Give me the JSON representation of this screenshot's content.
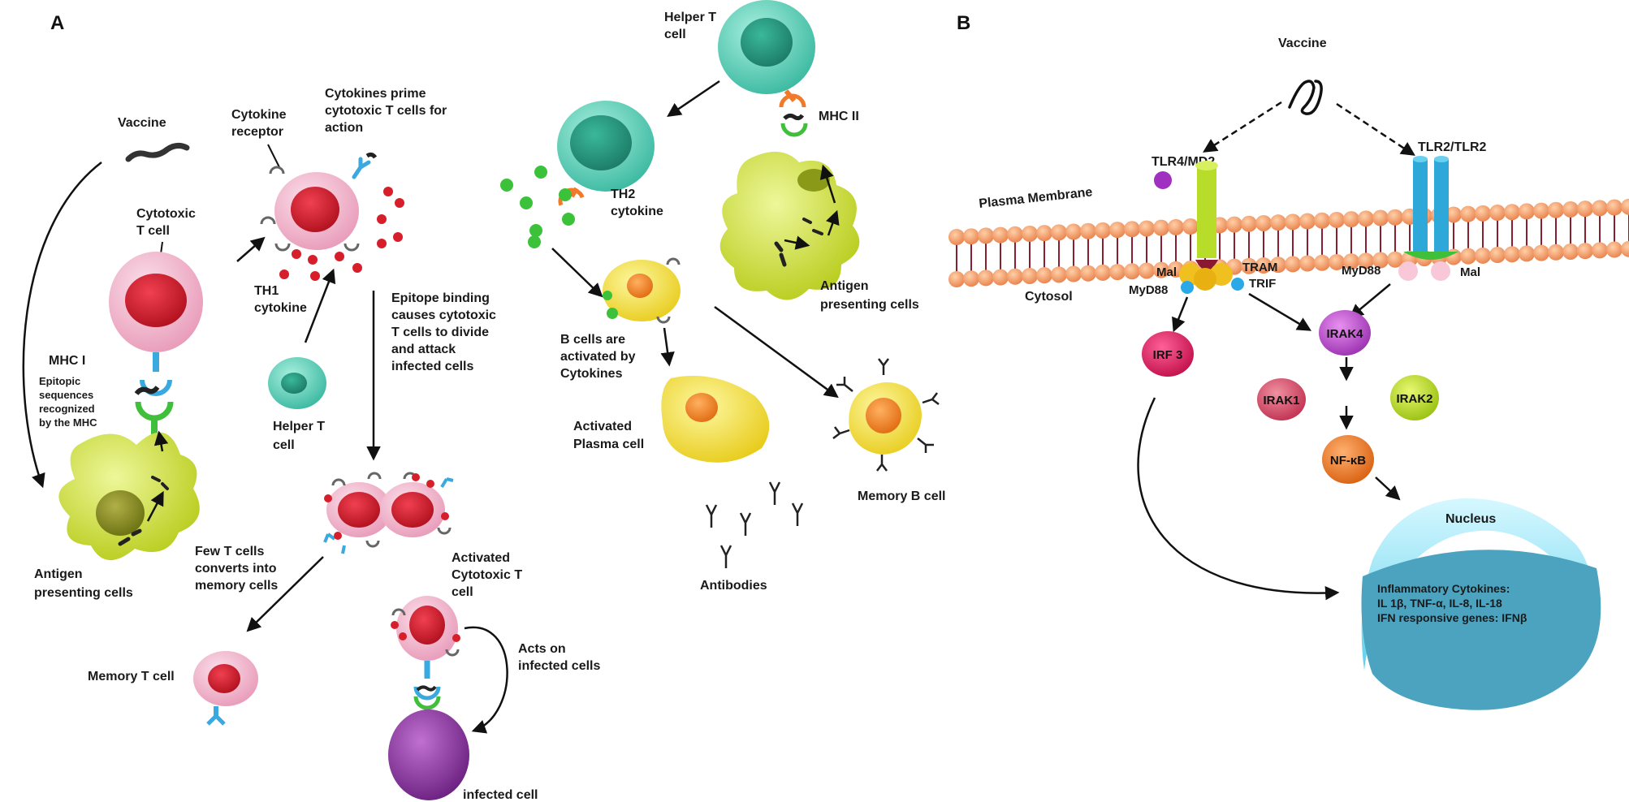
{
  "panels": {
    "a": "A",
    "b": "B"
  },
  "panel_a": {
    "vaccine": "Vaccine",
    "cytokine_receptor": [
      "Cytokine",
      "receptor"
    ],
    "cytokines_prime": [
      "Cytokines prime",
      "cytotoxic T cells for",
      "action"
    ],
    "cytotoxic_t_cell": [
      "Cytotoxic",
      "T cell"
    ],
    "th1_cytokine": [
      "TH1",
      "cytokine"
    ],
    "mhc1": "MHC I",
    "epitopic": [
      "Epitopic",
      "sequences",
      "recognized",
      "by the MHC"
    ],
    "helper_t_left": [
      "Helper T",
      "cell"
    ],
    "apc_left": [
      "Antigen",
      "presenting cells"
    ],
    "epitope_binding": [
      "Epitope binding",
      "causes cytotoxic",
      "T cells to divide",
      "and attack",
      "infected cells"
    ],
    "few_t_cells": [
      "Few T cells",
      "converts into",
      "memory cells"
    ],
    "activated_ctl": [
      "Activated",
      "Cytotoxic T",
      "cell"
    ],
    "memory_t_cell": "Memory T cell",
    "acts_on": [
      "Acts on",
      "infected cells"
    ],
    "infected_cell": "infected cell",
    "helper_t_top": [
      "Helper T",
      "cell"
    ],
    "mhc2": "MHC II",
    "th2_cytokine": [
      "TH2",
      "cytokine"
    ],
    "apc_right": [
      "Antigen",
      "presenting cells"
    ],
    "b_cells": [
      "B cells are",
      "activated by",
      "Cytokines"
    ],
    "plasma_cell": [
      "Activated",
      "Plasma cell"
    ],
    "memory_b_cell": "Memory B cell",
    "antibodies": "Antibodies"
  },
  "panel_b": {
    "vaccine": "Vaccine",
    "tlr4": "TLR4/MD2",
    "tlr2": "TLR2/TLR2",
    "plasma_membrane": "Plasma Membrane",
    "cytosol": "Cytosol",
    "mal_left": "Mal",
    "myd88_left": "MyD88",
    "tram": "TRAM",
    "trif": "TRIF",
    "myd88_right": "MyD88",
    "mal_right": "Mal",
    "irf3": "IRF 3",
    "irak4": "IRAK4",
    "irak1": "IRAK1",
    "irak2": "IRAK2",
    "nfkb": "NF-κB",
    "nucleus": "Nucleus",
    "nucleus_text": [
      "Inflammatory Cytokines:",
      "IL 1β, TNF-α, IL-8, IL-18",
      "IFN responsive genes: IFNβ"
    ]
  },
  "colors": {
    "cell_pink": "#f2b8cf",
    "nucleus_red": "#d8203a",
    "helper_teal": "#6ed6c0",
    "apc_yellow": "#d9ea3a",
    "b_cell_yellow": "#f3e63a",
    "b_nucleus_orange": "#f08a24",
    "receptor_blue": "#3aa9e0",
    "mhc_green": "#3fbf3a",
    "mhc2_orange": "#f07a2a",
    "infected_purple": "#8a3a9e",
    "membrane_orange": "#f0a06a",
    "membrane_tail": "#8a1f2f",
    "tlr4_green": "#b8dc2a",
    "tlr2_blue": "#2ea8d8",
    "irf3_pink": "#e0286a",
    "irak4_violet": "#c050d8",
    "irak1_rose": "#d8506a",
    "irak2_lime": "#b8e020",
    "nfkb_orange": "#ef7a20",
    "nucleus_cyan": "#9ce6f4",
    "nucleus_inner": "#4ba3c0"
  }
}
